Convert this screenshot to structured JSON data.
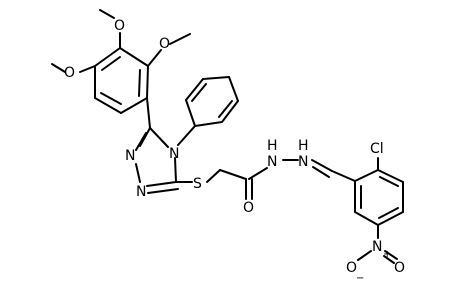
{
  "molecule": {
    "atoms": {
      "o_methoxy_top": "O",
      "o_methoxy_right": "O",
      "o_methoxy_left": "O",
      "n_triazole_left_top": "N",
      "n_triazole_right": "N",
      "n_triazole_left_bottom": "N",
      "s_thioether": "S",
      "o_carbonyl": "O",
      "nh_first": "H",
      "nh_first_n": "N",
      "n_hydrazone": "N",
      "nh_second": "H",
      "cl": "Cl",
      "n_nitro": "N",
      "n_nitro_charge": "+",
      "o_nitro_left": "O",
      "o_nitro_left_charge": "−",
      "o_nitro_right": "O"
    }
  }
}
